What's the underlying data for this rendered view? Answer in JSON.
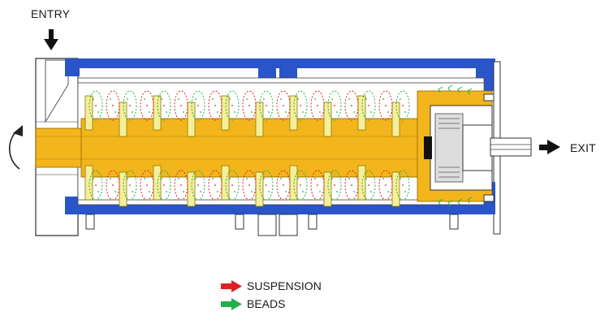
{
  "labels": {
    "entry": "ENTRY",
    "exit": "EXIT"
  },
  "legend": [
    {
      "label": "SUSPENSION",
      "color": "#e02020"
    },
    {
      "label": "BEADS",
      "color": "#22b04a"
    }
  ],
  "colors": {
    "housing": "#2a55c8",
    "rotor": "#f2b51c",
    "disc": "#f5ef9a",
    "shell": "#ffffff",
    "outline": "#333333",
    "suspension": "#e02020",
    "beads": "#22b04a"
  },
  "icons": {
    "entry": "arrow-down-icon",
    "exit": "arrow-right-icon",
    "rotation": "rotation-arrow-icon"
  }
}
